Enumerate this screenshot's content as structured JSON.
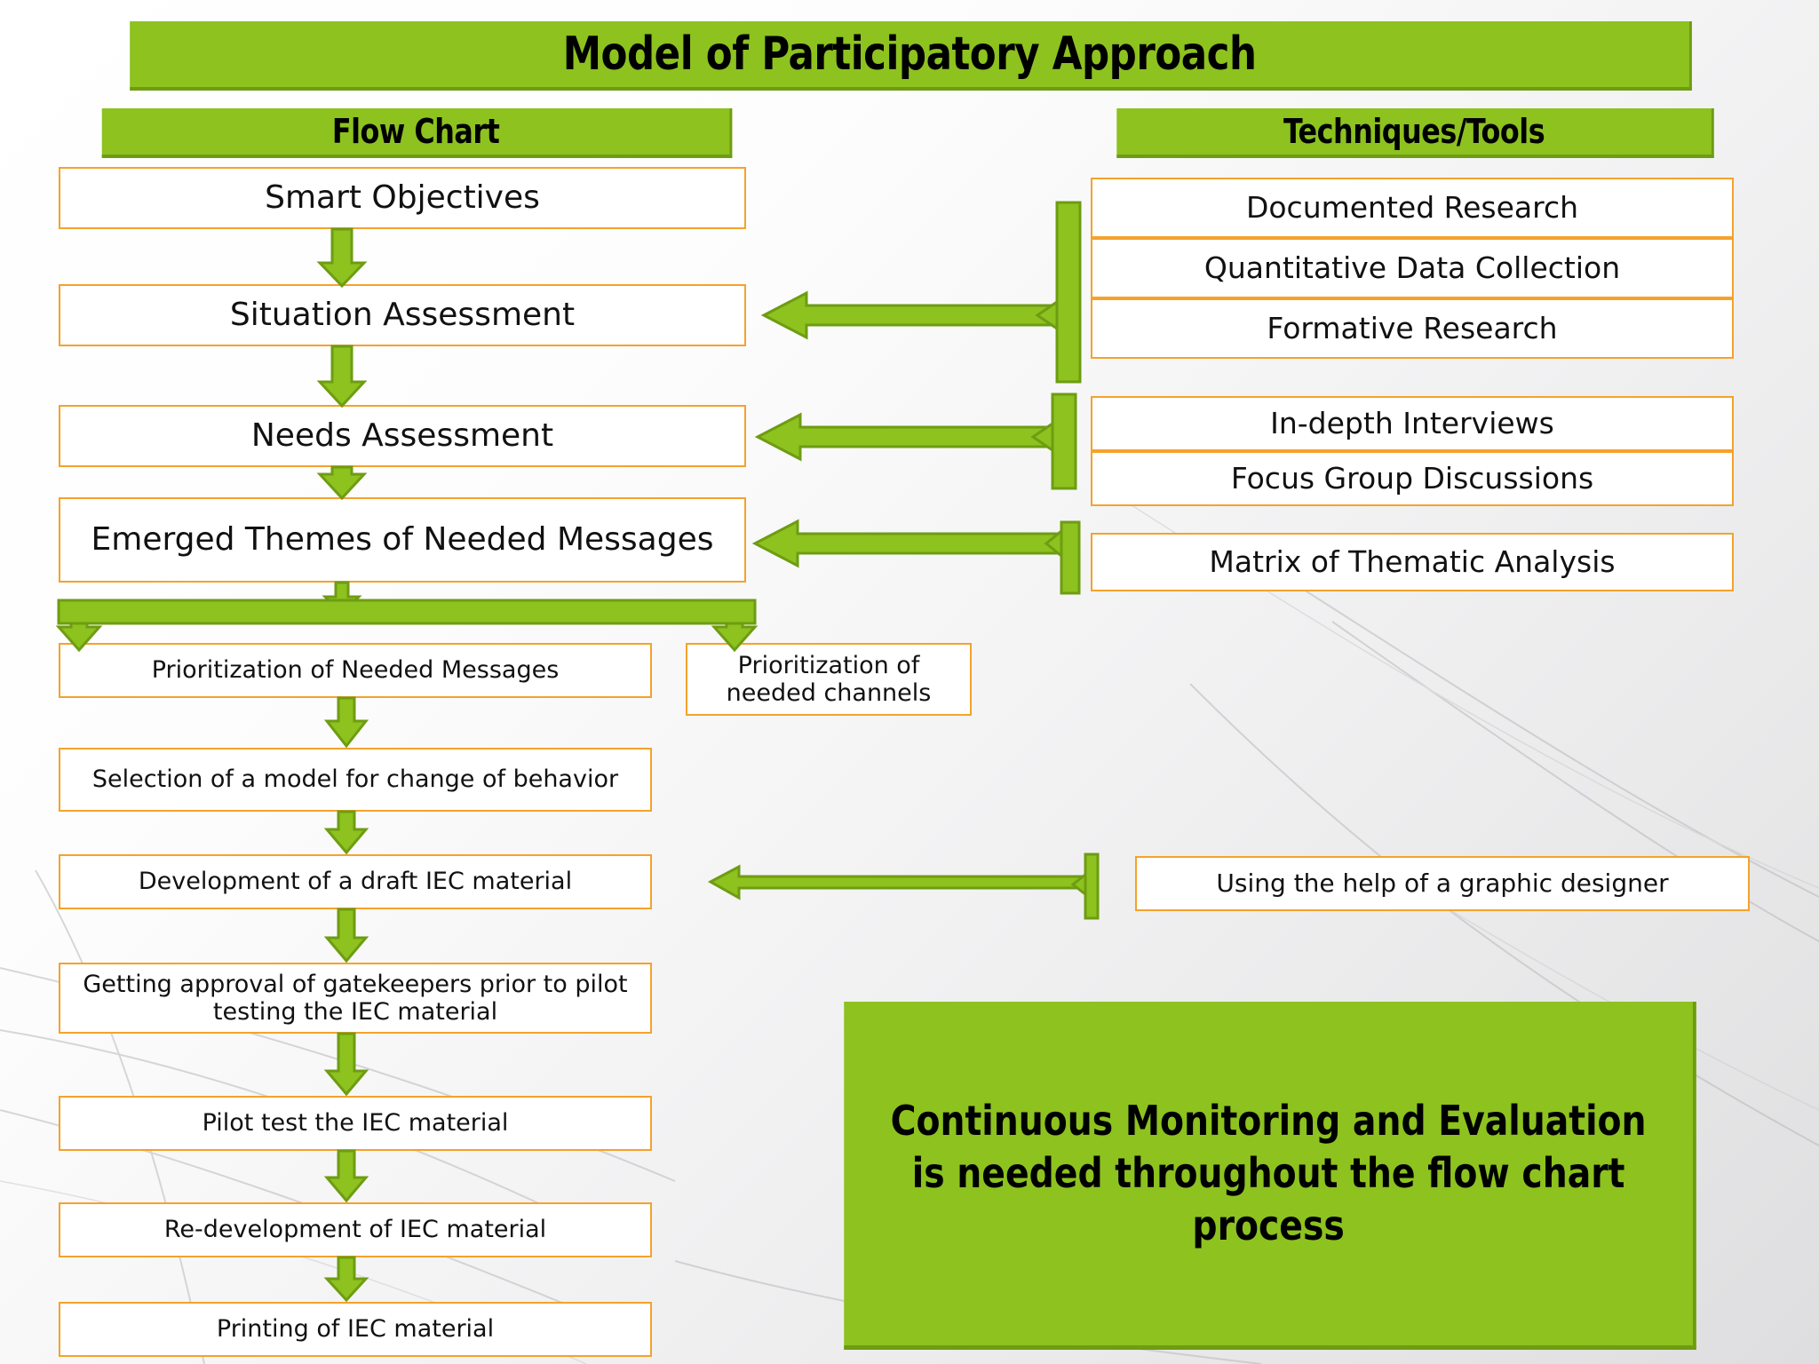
{
  "title": "Model of Participatory Approach",
  "columns": {
    "flowchart_header": "Flow Chart",
    "tools_header": "Techniques/Tools"
  },
  "flow_steps": [
    {
      "id": "smart-objectives",
      "label": "Smart Objectives"
    },
    {
      "id": "situation-assessment",
      "label": "Situation Assessment"
    },
    {
      "id": "needs-assessment",
      "label": "Needs Assessment"
    },
    {
      "id": "emerged-themes",
      "label": "Emerged Themes of Needed Messages"
    },
    {
      "id": "prioritization-messages",
      "label": "Prioritization of Needed Messages"
    },
    {
      "id": "selection-model",
      "label": "Selection of a model for change of behavior"
    },
    {
      "id": "draft-iec",
      "label": "Development of a draft IEC material"
    },
    {
      "id": "gatekeeper-approval",
      "label": "Getting approval of gatekeepers prior to pilot testing the IEC  material"
    },
    {
      "id": "pilot-test",
      "label": "Pilot test the IEC material"
    },
    {
      "id": "re-development",
      "label": "Re-development of IEC material"
    },
    {
      "id": "printing",
      "label": "Printing of IEC material"
    }
  ],
  "side_step": {
    "id": "prioritization-channels",
    "label": "Prioritization of needed channels"
  },
  "tools_groups": [
    {
      "id": "group-situation",
      "items": [
        "Documented Research",
        "Quantitative Data Collection",
        "Formative Research"
      ]
    },
    {
      "id": "group-needs",
      "items": [
        "In-depth Interviews",
        "Focus Group Discussions"
      ]
    },
    {
      "id": "group-themes",
      "items": [
        "Matrix of Thematic Analysis"
      ]
    },
    {
      "id": "group-draft",
      "items": [
        "Using the help of  a graphic designer"
      ]
    }
  ],
  "monitoring_note": "Continuous Monitoring and Evaluation is needed throughout the flow chart process",
  "colors": {
    "green_fill": "#8DC21F",
    "green_edge": "#6E9C12",
    "box_border": "#F5A22B",
    "box_fill": "#FFFFFF",
    "text": "#111111"
  }
}
